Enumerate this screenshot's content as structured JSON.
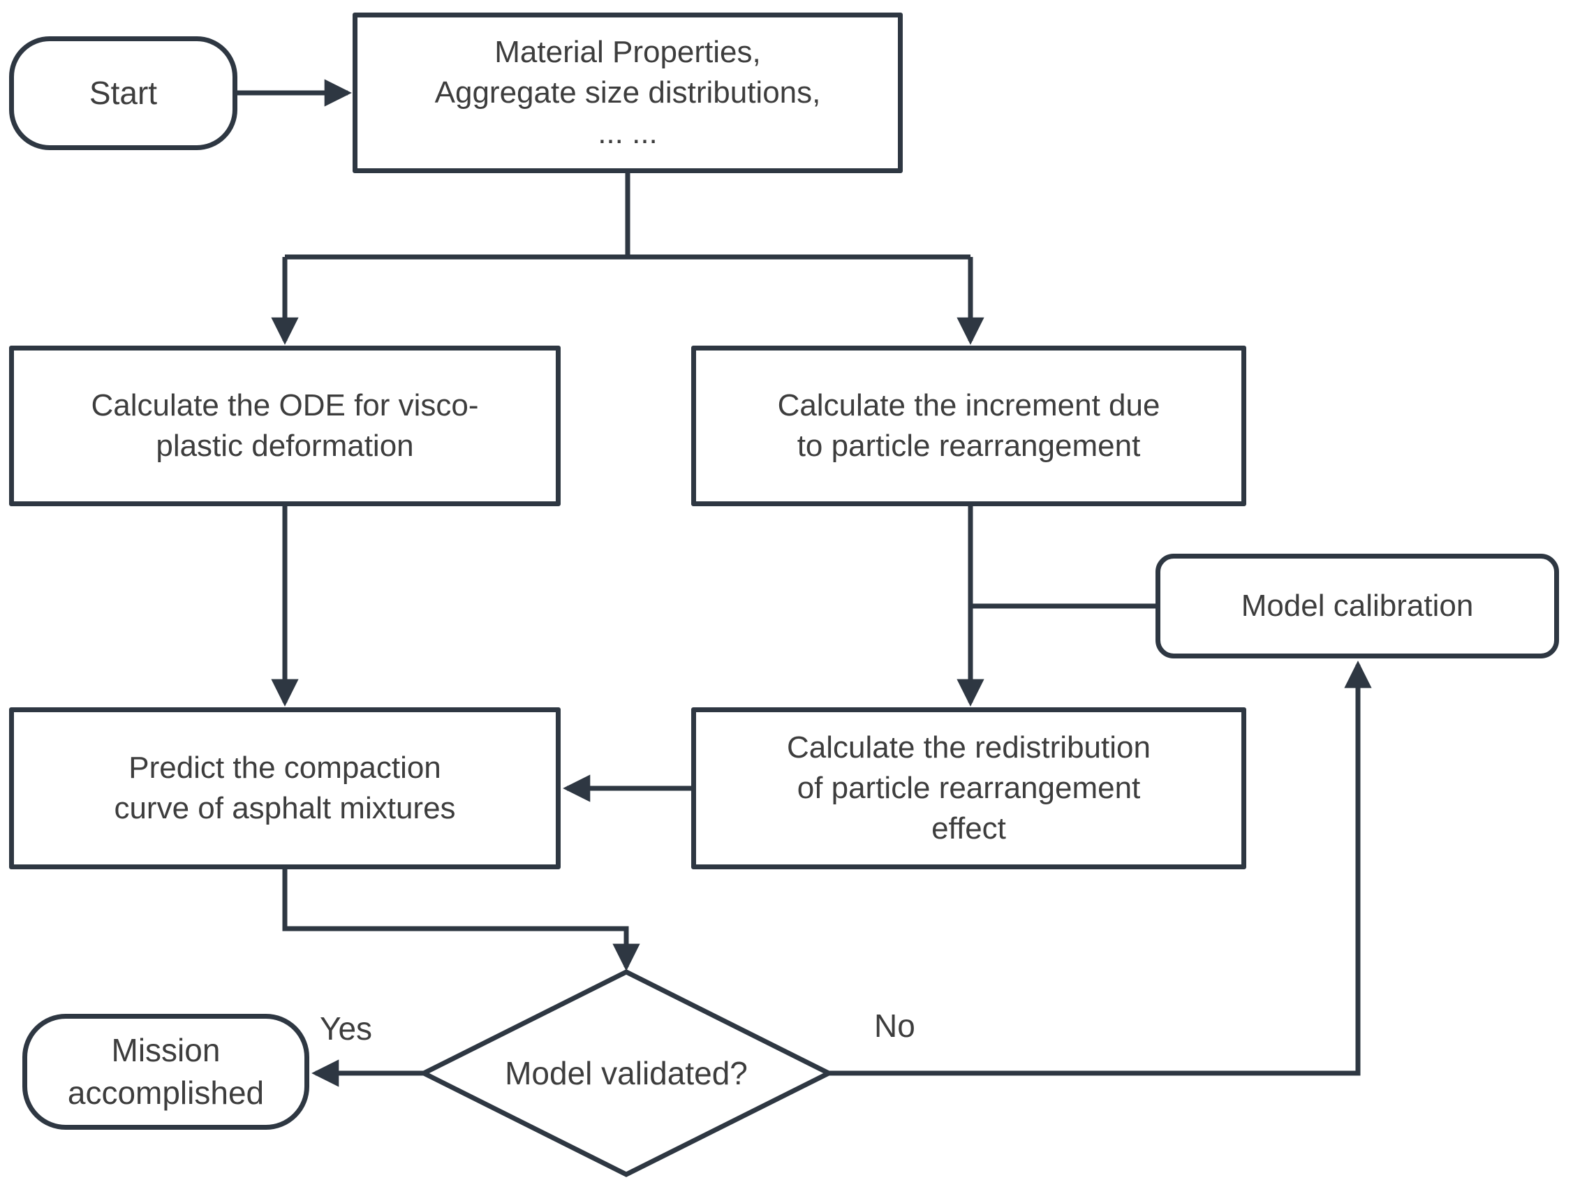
{
  "diagram": {
    "title_hint": "Flowchart for predicting the compaction curve of asphalt mixtures",
    "colors": {
      "stroke": "#2e3742",
      "text": "#3d3d3d",
      "background": "#ffffff"
    },
    "nodes": {
      "start": {
        "label": "Start",
        "shape": "stadium"
      },
      "inputs": {
        "label": "Material Properties,\nAggregate size distributions,\n... ...",
        "shape": "rectangle"
      },
      "ode": {
        "label": "Calculate the ODE for visco-\nplastic deformation",
        "shape": "rectangle"
      },
      "increment": {
        "label": "Calculate the increment due\nto particle rearrangement",
        "shape": "rectangle"
      },
      "calibration": {
        "label": "Model calibration",
        "shape": "rounded-rectangle"
      },
      "predict": {
        "label": "Predict the compaction\ncurve of asphalt mixtures",
        "shape": "rectangle"
      },
      "redistribution": {
        "label": "Calculate the redistribution\nof particle rearrangement\neffect",
        "shape": "rectangle"
      },
      "decision": {
        "label": "Model validated?",
        "shape": "diamond"
      },
      "mission": {
        "label": "Mission\naccomplished",
        "shape": "stadium"
      }
    },
    "edge_labels": {
      "yes": "Yes",
      "no": "No"
    },
    "edges": [
      {
        "from": "start",
        "to": "inputs",
        "label": ""
      },
      {
        "from": "inputs",
        "to": "ode",
        "label": ""
      },
      {
        "from": "inputs",
        "to": "increment",
        "label": ""
      },
      {
        "from": "ode",
        "to": "predict",
        "label": ""
      },
      {
        "from": "increment",
        "to": "redistribution",
        "label": ""
      },
      {
        "from": "calibration",
        "to": "increment-redistribution-junction",
        "label": ""
      },
      {
        "from": "redistribution",
        "to": "predict",
        "label": ""
      },
      {
        "from": "predict",
        "to": "decision",
        "label": ""
      },
      {
        "from": "decision",
        "to": "mission",
        "label": "Yes"
      },
      {
        "from": "decision",
        "to": "calibration",
        "label": "No"
      }
    ]
  }
}
